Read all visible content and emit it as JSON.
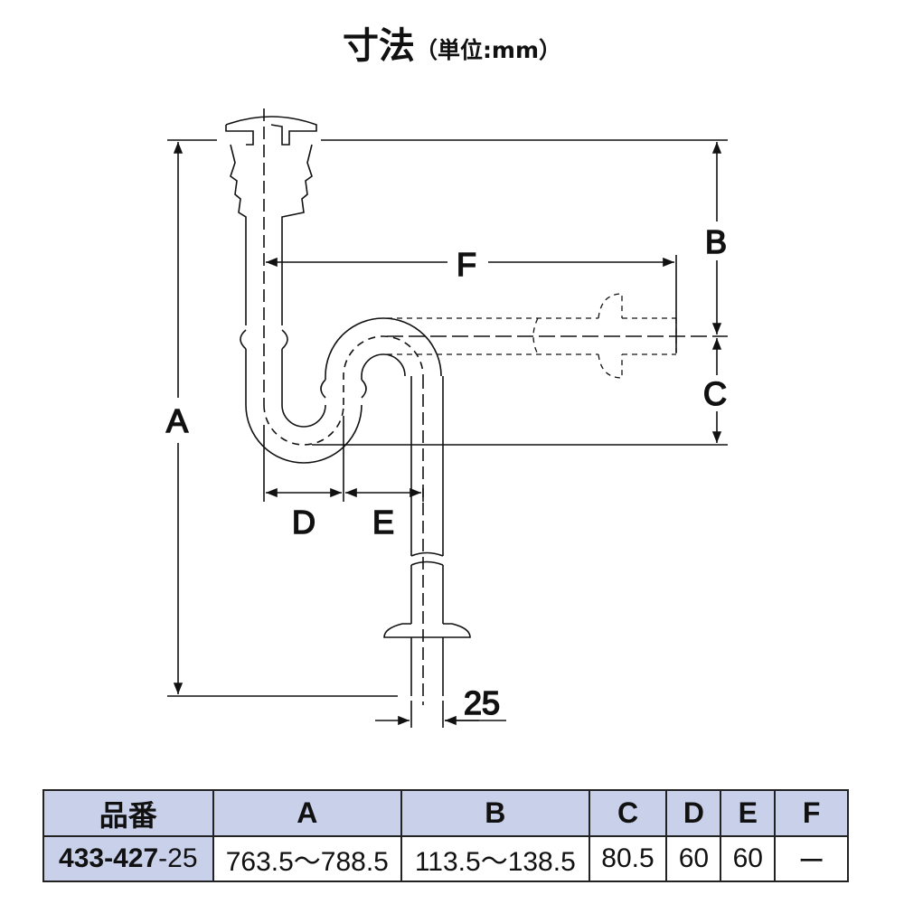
{
  "title": {
    "main": "寸法",
    "unit": "（単位:mm）"
  },
  "diagram": {
    "labels": {
      "A": "A",
      "B": "B",
      "C": "C",
      "D": "D",
      "E": "E",
      "F": "F",
      "diameter": "25"
    }
  },
  "table": {
    "headers": [
      "品番",
      "A",
      "B",
      "C",
      "D",
      "E",
      "F"
    ],
    "row": {
      "part_bold": "433-427",
      "part_suffix": "-25",
      "A": "763.5〜788.5",
      "B": "113.5〜138.5",
      "C": "80.5",
      "D": "60",
      "E": "60",
      "F": "ー"
    }
  }
}
